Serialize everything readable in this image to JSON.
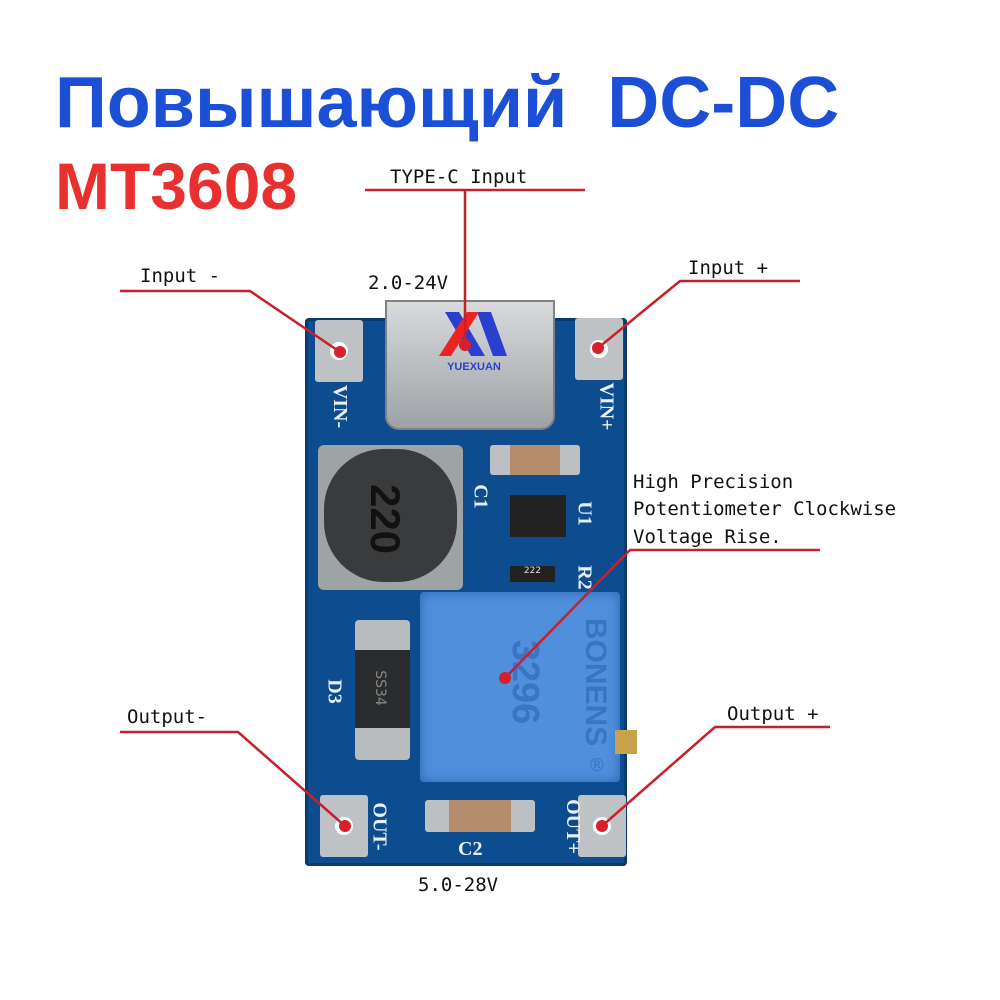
{
  "title": {
    "line1": "Повышающий  DC-DC",
    "line2": "MT3608"
  },
  "callouts": {
    "type_c": "TYPE-C Input",
    "input_voltage": "2.0-24V",
    "input_minus": "Input -",
    "input_plus": "Input +",
    "potentiometer": [
      "High Precision",
      "Potentiometer Clockwise",
      "Voltage Rise."
    ],
    "output_minus": "Output-",
    "output_plus": "Output +",
    "output_voltage": "5.0-28V"
  },
  "board": {
    "vin_minus": "VIN-",
    "vin_plus": "VIN+",
    "out_minus": "OUT-",
    "out_plus": "OUT+",
    "c1": "C1",
    "c2": "C2",
    "u1": "U1",
    "r2": "R2",
    "d3": "D3",
    "inductor": "220",
    "diode_marking": "SS34",
    "resistor_marking": "222",
    "pot_brand": "BONENS",
    "pot_model": "3296",
    "pot_mark": "®"
  },
  "logo": {
    "text": "YUEXUAN"
  },
  "colors": {
    "title_blue": "#1a4fd6",
    "title_red": "#e8312f",
    "leader": "#c8202a",
    "pcb": "#0d4d8f"
  }
}
